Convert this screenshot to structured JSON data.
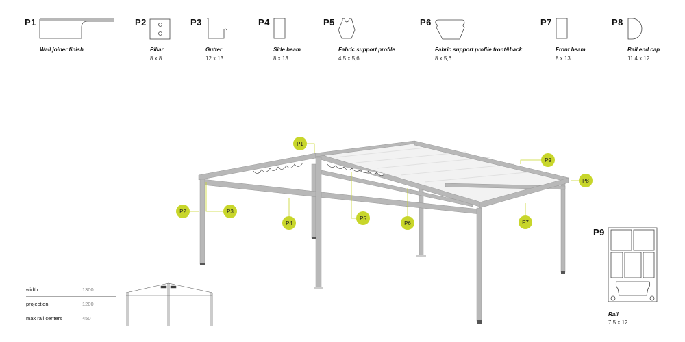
{
  "profiles": [
    {
      "id": "P1",
      "name": "Wall joiner finish",
      "dims": ""
    },
    {
      "id": "P2",
      "name": "Pillar",
      "dims": "8 x 8"
    },
    {
      "id": "P3",
      "name": "Gutter",
      "dims": "12 x 13"
    },
    {
      "id": "P4",
      "name": "Side beam",
      "dims": "8 x 13"
    },
    {
      "id": "P5",
      "name": "Fabric support profile",
      "dims": "4,5 x 5,6"
    },
    {
      "id": "P6",
      "name": "Fabric support profile front&back",
      "dims": "8 x 5,6"
    },
    {
      "id": "P7",
      "name": "Front beam",
      "dims": "8 x 13"
    },
    {
      "id": "P8",
      "name": "Rail end cap",
      "dims": "11,4 x 12"
    },
    {
      "id": "P9",
      "name": "Rail",
      "dims": "7,5 x 12"
    }
  ],
  "callouts": [
    "P1",
    "P2",
    "P3",
    "P4",
    "P5",
    "P6",
    "P7",
    "P8",
    "P9"
  ],
  "specs": [
    {
      "label": "width",
      "value": "1300"
    },
    {
      "label": "projection",
      "value": "1200"
    },
    {
      "label": "max rail centers",
      "value": "450"
    }
  ],
  "colors": {
    "callout": "#c8d62b",
    "frame": "#b5b5b5"
  }
}
